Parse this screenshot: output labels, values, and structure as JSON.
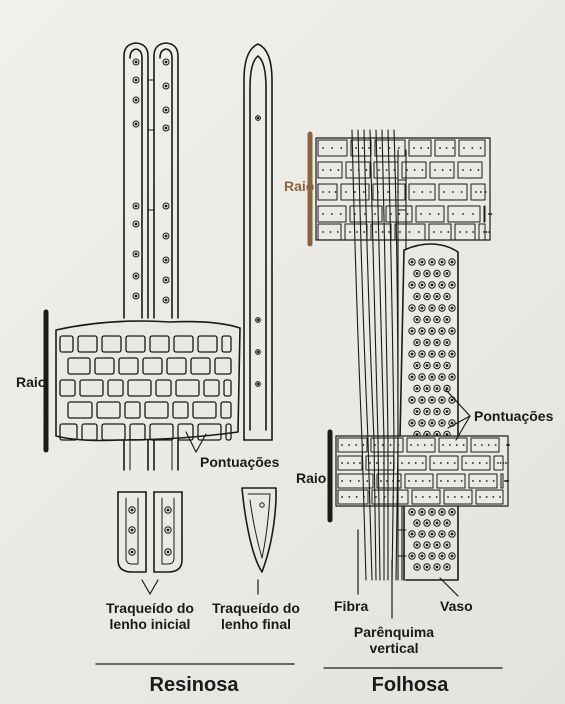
{
  "labels": {
    "raio_left": "Raio",
    "pontuacoes_left": "Pontuações",
    "traqueido_inicial_1": "Traqueído do",
    "traqueido_inicial_2": "lenho inicial",
    "traqueido_final_1": "Traqueído do",
    "traqueido_final_2": "lenho final",
    "resinosa": "Resinosa",
    "raio_right_top": "Raio",
    "pontuacoes_right": "Pontuações",
    "raio_right_bottom": "Raio",
    "fibra": "Fibra",
    "parenquima_1": "Parênquima",
    "parenquima_2": "vertical",
    "vaso": "Vaso",
    "folhosa": "Folhosa"
  },
  "colors": {
    "ink": "#1a1a1a",
    "raio_highlight": "#8a6440",
    "paper": "#eeece8"
  }
}
